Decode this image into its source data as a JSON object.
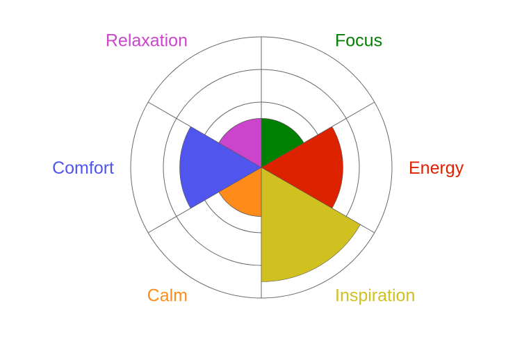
{
  "chart_data": {
    "type": "polar-area",
    "categories": [
      "Focus",
      "Energy",
      "Inspiration",
      "Calm",
      "Comfort",
      "Relaxation"
    ],
    "values": [
      3,
      5,
      7,
      3,
      5,
      3
    ],
    "colors": [
      "#008000",
      "#dd2200",
      "#d0c020",
      "#ff8c1a",
      "#5055ee",
      "#cc44cc"
    ],
    "r_max": 8,
    "rings": [
      1,
      2,
      3,
      4,
      5,
      6,
      7,
      8
    ],
    "grid": true,
    "legend": "none"
  }
}
